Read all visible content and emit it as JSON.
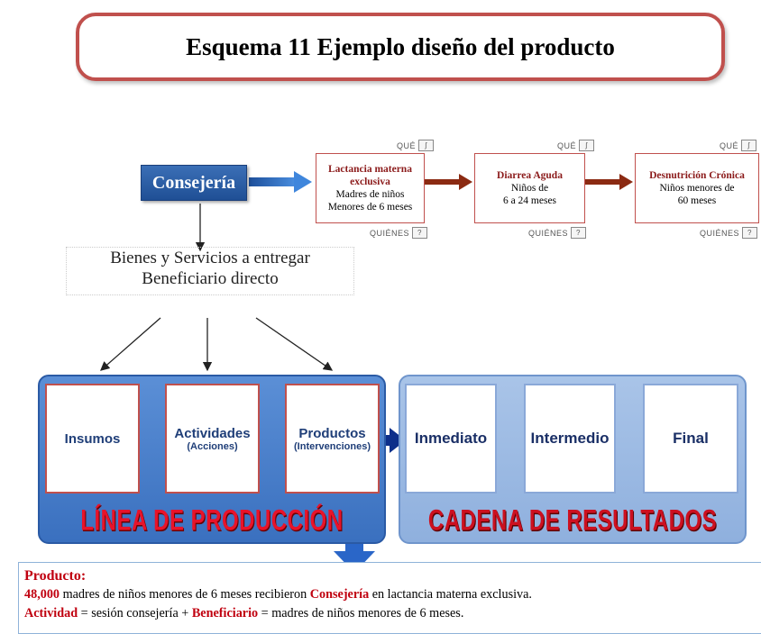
{
  "title": "Esquema 11 Ejemplo diseño del producto",
  "consejeria": "Consejería",
  "result_boxes": [
    {
      "title": "Lactancia materna exclusiva",
      "lines": [
        "Madres de niños",
        "Menores de 6 meses"
      ],
      "que": "QUÉ",
      "quienes": "QUIÉNES"
    },
    {
      "title": "Diarrea Aguda",
      "lines": [
        "Niños de",
        "6 a 24 meses"
      ],
      "que": "QUÉ",
      "quienes": "QUIÉNES"
    },
    {
      "title": "Desnutrición Crónica",
      "lines": [
        "Niños menores de",
        "60 meses"
      ],
      "que": "QUÉ",
      "quienes": "QUIÉNES"
    }
  ],
  "bienes": {
    "line1": "Bienes y Servicios a entregar",
    "line2": "Beneficiario directo"
  },
  "linea": {
    "boxes": [
      {
        "main": "Insumos",
        "sub": ""
      },
      {
        "main": "Actividades",
        "sub": "(Acciones)"
      },
      {
        "main": "Productos",
        "sub": "(Intervenciones)"
      }
    ],
    "label": "LÍNEA DE PRODUCCIÓN"
  },
  "cadena": {
    "boxes": [
      {
        "main": "Inmediato"
      },
      {
        "main": "Intermedio"
      },
      {
        "main": "Final"
      }
    ],
    "label": "CADENA DE RESULTADOS"
  },
  "producto": {
    "heading": "Producto:",
    "line1_num": "48,000",
    "line1_a": " madres de niños menores de 6 meses recibieron ",
    "line1_b": "Consejería",
    "line1_c": " en lactancia materna exclusiva.",
    "line2_a": "Actividad",
    "line2_b": " = sesión consejería + ",
    "line2_c": "Beneficiario",
    "line2_d": " = madres de niños menores de 6 meses."
  },
  "colors": {
    "accent_red": "#c0504d",
    "blue": "#1f4f95",
    "arrow_brown": "#8b2a12"
  }
}
